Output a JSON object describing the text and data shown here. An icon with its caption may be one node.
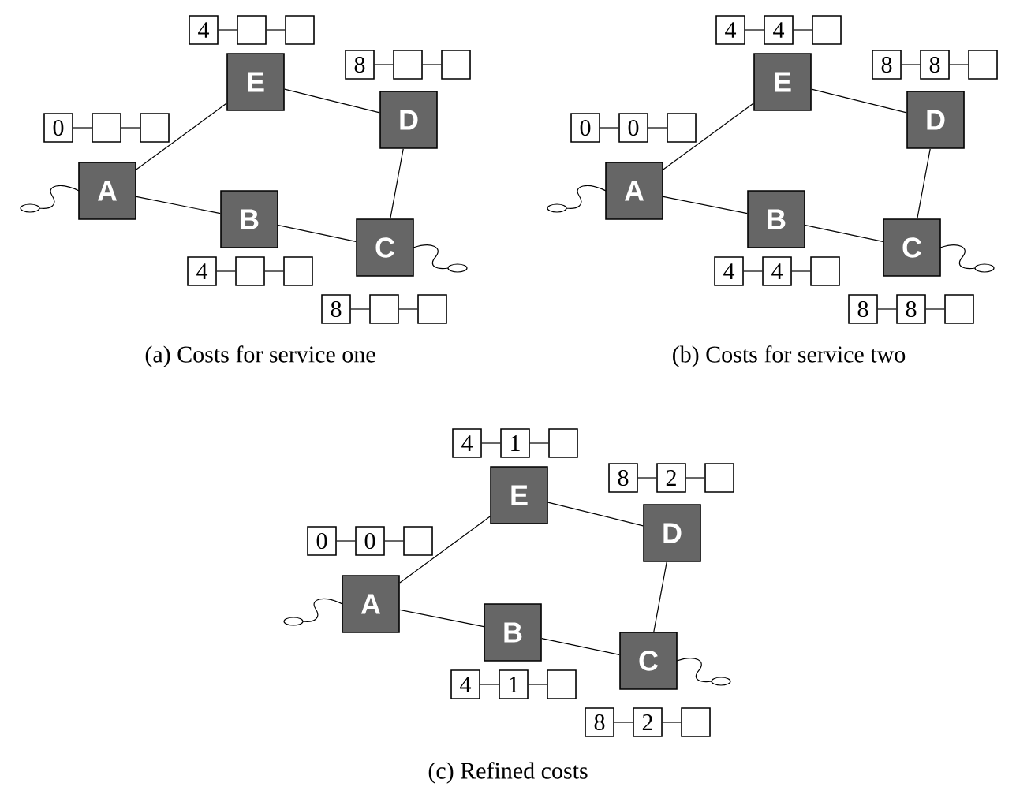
{
  "diagram": {
    "nodes": [
      {
        "text": [
          "4"
        ]
      },
      {
        "text": [],
        "shape": "box"
      },
      {
        "text": [],
        "shape": "box"
      },
      {
        "text": [
          "E"
        ]
      },
      {
        "text": [
          "8"
        ]
      },
      {
        "text": [],
        "shape": "box"
      },
      {
        "text": [],
        "shape": "box"
      },
      {
        "text": [
          "D"
        ]
      },
      {
        "text": [
          "0"
        ]
      },
      {
        "text": [],
        "shape": "box"
      },
      {
        "text": [],
        "shape": "box"
      },
      {
        "text": [
          "A"
        ]
      },
      {
        "text": [
          "B"
        ]
      },
      {
        "text": [
          "C"
        ]
      },
      {
        "text": [
          "4"
        ]
      },
      {
        "text": [],
        "shape": "box"
      },
      {
        "text": [],
        "shape": "box"
      },
      {
        "text": [
          "8"
        ]
      },
      {
        "text": [],
        "shape": "box"
      },
      {
        "text": [],
        "shape": "box"
      },
      {
        "text": [
          "4"
        ]
      },
      {
        "text": [
          "4"
        ]
      },
      {
        "text": [],
        "shape": "box"
      },
      {
        "text": [
          "E"
        ]
      },
      {
        "text": [
          "8"
        ]
      },
      {
        "text": [
          "8"
        ]
      },
      {
        "text": [],
        "shape": "box"
      },
      {
        "text": [
          "D"
        ]
      },
      {
        "text": [
          "0"
        ]
      },
      {
        "text": [
          "0"
        ]
      },
      {
        "text": [],
        "shape": "box"
      },
      {
        "text": [
          "A"
        ]
      },
      {
        "text": [
          "B"
        ]
      },
      {
        "text": [
          "C"
        ]
      },
      {
        "text": [
          "4"
        ]
      },
      {
        "text": [
          "4"
        ]
      },
      {
        "text": [],
        "shape": "box"
      },
      {
        "text": [
          "8"
        ]
      },
      {
        "text": [
          "8"
        ]
      },
      {
        "text": [],
        "shape": "box"
      },
      {
        "text": [
          "4"
        ]
      },
      {
        "text": [
          "1"
        ]
      },
      {
        "text": [],
        "shape": "box"
      },
      {
        "text": [
          "E"
        ]
      },
      {
        "text": [
          "8"
        ]
      },
      {
        "text": [
          "2"
        ]
      },
      {
        "text": [],
        "shape": "box"
      },
      {
        "text": [
          "D"
        ]
      },
      {
        "text": [
          "0"
        ]
      },
      {
        "text": [
          "0"
        ]
      },
      {
        "text": [],
        "shape": "box"
      },
      {
        "text": [
          "A"
        ]
      },
      {
        "text": [
          "B"
        ]
      },
      {
        "text": [
          "C"
        ]
      },
      {
        "text": [
          "4"
        ]
      },
      {
        "text": [
          "1"
        ]
      },
      {
        "text": [],
        "shape": "box"
      },
      {
        "text": [
          "8"
        ]
      },
      {
        "text": [
          "2"
        ]
      },
      {
        "text": [],
        "shape": "box"
      }
    ],
    "edges": [
      {
        "from": 11,
        "to": 3,
        "arrow": "none"
      },
      {
        "from": 3,
        "to": 7,
        "arrow": "none"
      },
      {
        "from": 11,
        "to": 12,
        "arrow": "none"
      },
      {
        "from": 12,
        "to": 13,
        "arrow": "none"
      },
      {
        "from": 7,
        "to": 13,
        "arrow": "none"
      },
      {
        "from": 0,
        "to": 1,
        "arrow": "none"
      },
      {
        "from": 1,
        "to": 2,
        "arrow": "none"
      },
      {
        "from": 4,
        "to": 5,
        "arrow": "none"
      },
      {
        "from": 5,
        "to": 6,
        "arrow": "none"
      },
      {
        "from": 8,
        "to": 9,
        "arrow": "none"
      },
      {
        "from": 9,
        "to": 10,
        "arrow": "none"
      },
      {
        "from": 14,
        "to": 15,
        "arrow": "none"
      },
      {
        "from": 15,
        "to": 16,
        "arrow": "none"
      },
      {
        "from": 17,
        "to": 18,
        "arrow": "none"
      },
      {
        "from": 18,
        "to": 19,
        "arrow": "none"
      },
      {
        "from": 31,
        "to": 23,
        "arrow": "none"
      },
      {
        "from": 23,
        "to": 27,
        "arrow": "none"
      },
      {
        "from": 31,
        "to": 32,
        "arrow": "none"
      },
      {
        "from": 32,
        "to": 33,
        "arrow": "none"
      },
      {
        "from": 27,
        "to": 33,
        "arrow": "none"
      },
      {
        "from": 20,
        "to": 21,
        "arrow": "none"
      },
      {
        "from": 21,
        "to": 22,
        "arrow": "none"
      },
      {
        "from": 24,
        "to": 25,
        "arrow": "none"
      },
      {
        "from": 25,
        "to": 26,
        "arrow": "none"
      },
      {
        "from": 28,
        "to": 29,
        "arrow": "none"
      },
      {
        "from": 29,
        "to": 30,
        "arrow": "none"
      },
      {
        "from": 34,
        "to": 35,
        "arrow": "none"
      },
      {
        "from": 35,
        "to": 36,
        "arrow": "none"
      },
      {
        "from": 37,
        "to": 38,
        "arrow": "none"
      },
      {
        "from": 38,
        "to": 39,
        "arrow": "none"
      },
      {
        "from": 51,
        "to": 43,
        "arrow": "none"
      },
      {
        "from": 43,
        "to": 47,
        "arrow": "none"
      },
      {
        "from": 51,
        "to": 52,
        "arrow": "none"
      },
      {
        "from": 52,
        "to": 53,
        "arrow": "none"
      },
      {
        "from": 47,
        "to": 53,
        "arrow": "none"
      },
      {
        "from": 40,
        "to": 41,
        "arrow": "none"
      },
      {
        "from": 41,
        "to": 42,
        "arrow": "none"
      },
      {
        "from": 44,
        "to": 45,
        "arrow": "none"
      },
      {
        "from": 45,
        "to": 46,
        "arrow": "none"
      },
      {
        "from": 48,
        "to": 49,
        "arrow": "none"
      },
      {
        "from": 49,
        "to": 50,
        "arrow": "none"
      },
      {
        "from": 54,
        "to": 55,
        "arrow": "none"
      },
      {
        "from": 55,
        "to": 56,
        "arrow": "none"
      },
      {
        "from": 57,
        "to": 58,
        "arrow": "none"
      },
      {
        "from": 58,
        "to": 59,
        "arrow": "none"
      }
    ],
    "labels": [
      "(a) Costs for service one",
      "(b) Costs for service two",
      "(c) Refined costs"
    ]
  }
}
